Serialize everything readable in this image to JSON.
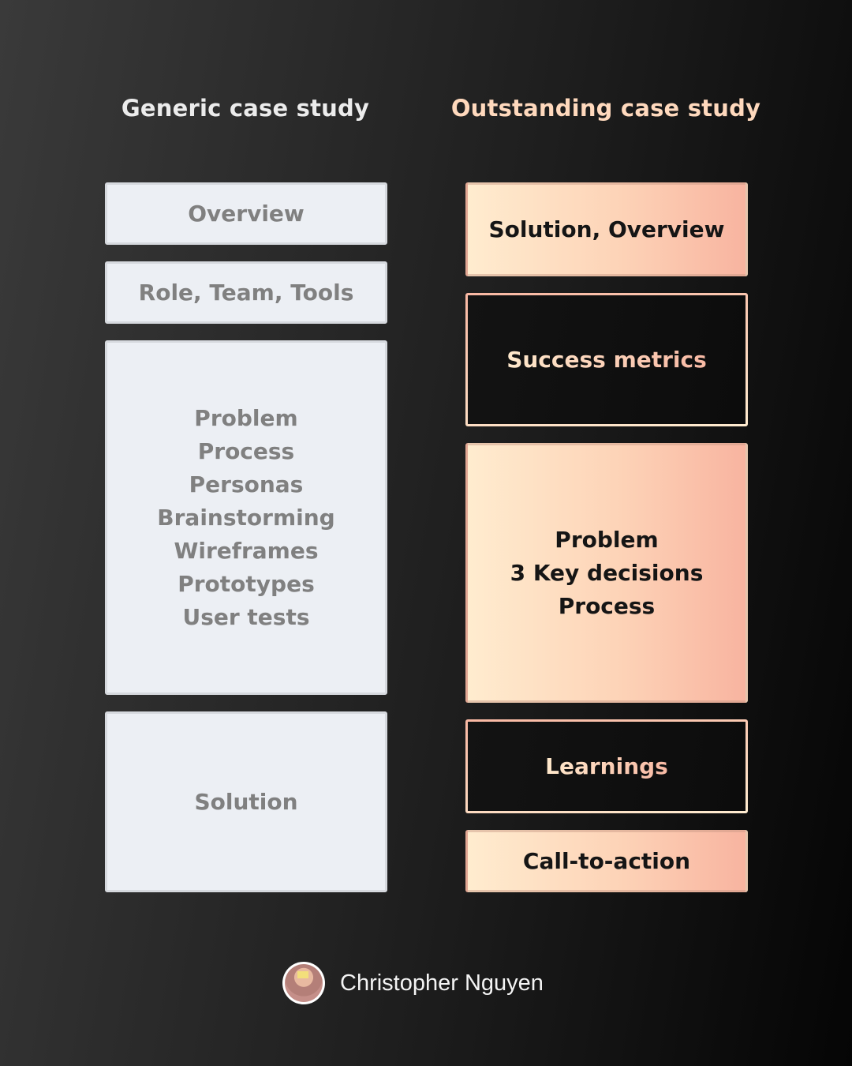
{
  "headings": {
    "generic": "Generic case study",
    "outstanding": "Outstanding case study"
  },
  "generic": {
    "overview": "Overview",
    "role": "Role, Team, Tools",
    "process_items": [
      "Problem",
      "Process",
      "Personas",
      "Brainstorming",
      "Wireframes",
      "Prototypes",
      "User tests"
    ],
    "solution": "Solution"
  },
  "outstanding": {
    "solution_overview": "Solution, Overview",
    "success_metrics": "Success metrics",
    "middle_items": [
      "Problem",
      "3 Key decisions",
      "Process"
    ],
    "learnings": "Learnings",
    "cta": "Call-to-action"
  },
  "colors": {
    "accent_light": "#ffecd0",
    "accent_pink": "#f8b4a0",
    "generic_box": "#eceff4",
    "generic_text": "#808080"
  },
  "author": {
    "name": "Christopher Nguyen"
  }
}
